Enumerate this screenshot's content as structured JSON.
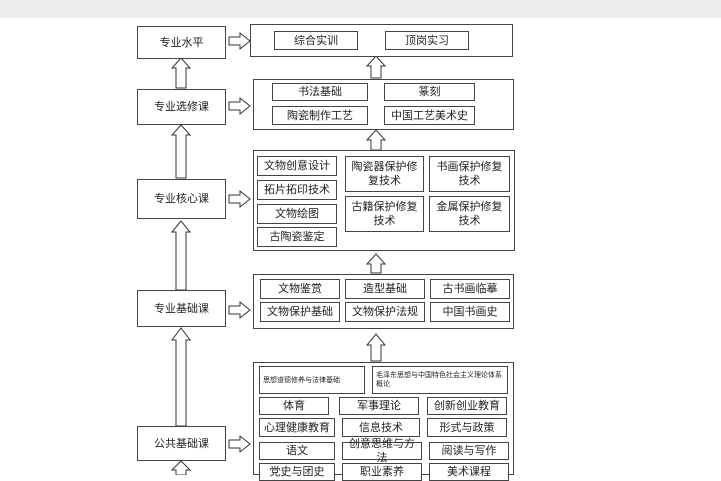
{
  "levels": {
    "professional": "专业水平",
    "elective": "专业选修课",
    "core": "专业核心课",
    "foundation": "专业基础课",
    "public": "公共基础课"
  },
  "professional_courses": [
    "综合实训",
    "顶岗实习"
  ],
  "elective_courses": [
    "书法基础",
    "篆刻",
    "陶瓷制作工艺",
    "中国工艺美术史"
  ],
  "core_courses": {
    "left": [
      "文物创意设计",
      "拓片拓印技术",
      "文物绘图",
      "古陶瓷鉴定"
    ],
    "middle": [
      "陶瓷器保护修复技术",
      "古籍保护修复技术"
    ],
    "right": [
      "书画保护修复技术",
      "金属保护修复技术"
    ]
  },
  "foundation_courses": [
    "文物鉴赏",
    "造型基础",
    "古书画临摹",
    "文物保护基础",
    "文物保护法规",
    "中国书画史"
  ],
  "public_courses": {
    "top": [
      "思想道德修养与法律基础",
      "毛泽东思想与中国特色社会主义理论体系概论"
    ],
    "rows": [
      [
        "体育",
        "军事理论",
        "创新创业教育"
      ],
      [
        "心理健康教育",
        "信息技术",
        "形式与政策"
      ],
      [
        "语文",
        "创意思维与方法",
        "阅读与写作"
      ],
      [
        "党史与团史",
        "职业素养",
        "美术课程"
      ]
    ]
  }
}
